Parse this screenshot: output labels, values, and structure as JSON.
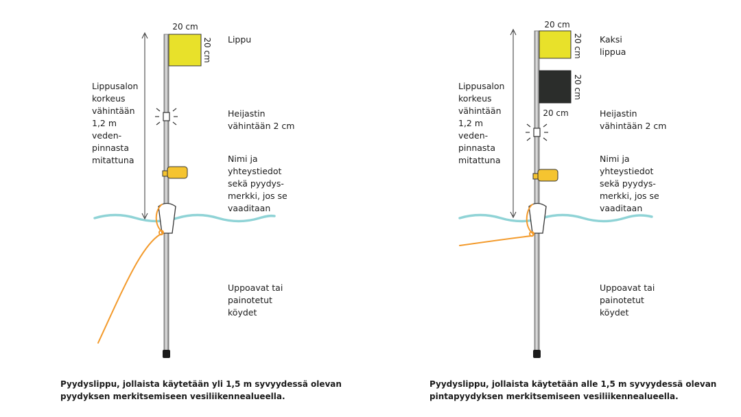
{
  "colors": {
    "flag_yellow": "#e8e12a",
    "flag_black": "#2b2d2b",
    "tag_yellow": "#f5c430",
    "rope_orange": "#f39a2b",
    "water": "#8fd3d6",
    "pole": "#c7c7c7"
  },
  "icons": {
    "reflector": "reflector-icon",
    "float": "float-icon",
    "weight": "weight-icon"
  },
  "left": {
    "flag_width": "20 cm",
    "flag_height": "20 cm",
    "flag_label": "Lippu",
    "height_lines": [
      "Lippusalon",
      "korkeus",
      "vähintään",
      "1,2 m",
      "veden-",
      "pinnasta",
      "mitattuna"
    ],
    "reflector_lines": [
      "Heijastin",
      "vähintään 2 cm"
    ],
    "tag_lines": [
      "Nimi ja",
      "yhteystiedot",
      "sekä pyydys-",
      "merkki, jos se",
      "vaaditaan"
    ],
    "rope_lines": [
      "Uppoavat tai",
      "painotetut",
      "köydet"
    ],
    "caption_lines": [
      "Pyydyslippu, jollaista käytetään yli 1,5 m syvyydessä olevan",
      "pyydyksen merkitsemiseen vesiliikennealueella."
    ]
  },
  "right": {
    "flag_top_width": "20 cm",
    "flag_top_height": "20 cm",
    "flag_bottom_height": "20 cm",
    "flag_bottom_width": "20 cm",
    "flag_label_lines": [
      "Kaksi",
      "lippua"
    ],
    "height_lines": [
      "Lippusalon",
      "korkeus",
      "vähintään",
      "1,2 m",
      "veden-",
      "pinnasta",
      "mitattuna"
    ],
    "reflector_lines": [
      "Heijastin",
      "vähintään 2 cm"
    ],
    "tag_lines": [
      "Nimi ja",
      "yhteystiedot",
      "sekä pyydys-",
      "merkki, jos se",
      "vaaditaan"
    ],
    "rope_lines": [
      "Uppoavat tai",
      "painotetut",
      "köydet"
    ],
    "caption_lines": [
      "Pyydyslippu, jollaista käytetään alle 1,5 m syvyydessä olevan",
      "pintapyydyksen merkitsemiseen vesiliikennealueella."
    ]
  }
}
